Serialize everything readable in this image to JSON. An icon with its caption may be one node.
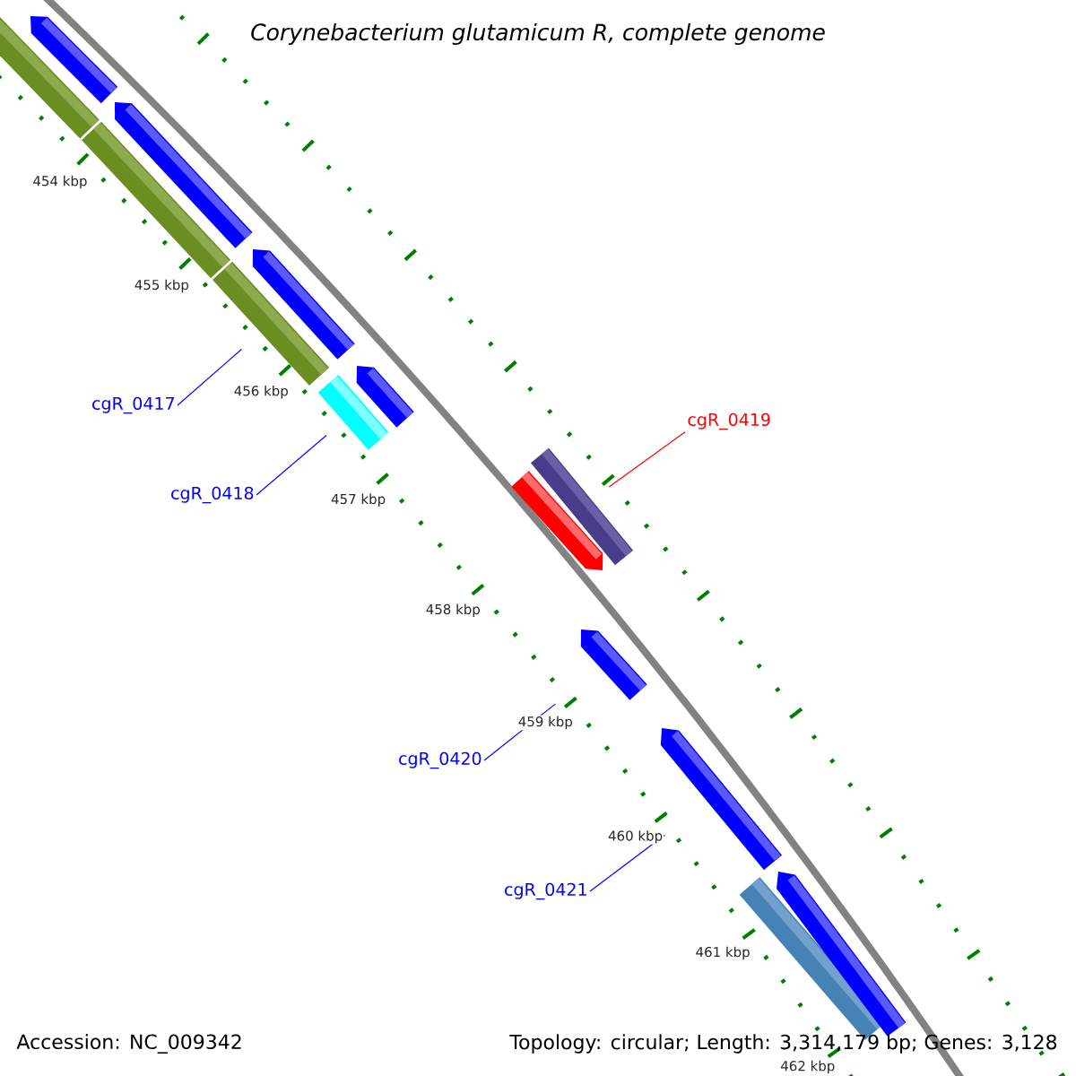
{
  "diagram": {
    "title": "Corynebacterium glutamicum R, complete genome",
    "nodes": [
      {
        "text": [
          "cgR_0417"
        ]
      },
      {
        "text": [
          "cgR_0418"
        ]
      },
      {
        "text": [
          "cgR_0419"
        ]
      },
      {
        "text": [
          "cgR_0420"
        ]
      },
      {
        "text": [
          "cgR_0421"
        ]
      },
      {
        "text": [],
        "shape": "pentagon"
      },
      {
        "text": [],
        "shape": "bar"
      },
      {
        "text": [],
        "shape": "pentagon"
      },
      {
        "text": [],
        "shape": "bar"
      },
      {
        "text": [],
        "shape": "pentagon"
      },
      {
        "text": [],
        "shape": "bar"
      },
      {
        "text": [],
        "shape": "pentagon"
      },
      {
        "text": [],
        "shape": "bar"
      },
      {
        "text": [],
        "shape": "bar"
      },
      {
        "text": [],
        "shape": "pentagon"
      },
      {
        "text": [],
        "shape": "pentagon"
      },
      {
        "text": [],
        "shape": "pentagon"
      },
      {
        "text": [],
        "shape": "bar"
      },
      {
        "text": [],
        "shape": "pentagon"
      }
    ],
    "edges": [
      {
        "from": 0,
        "to": 10,
        "arrow": "none"
      },
      {
        "from": 1,
        "to": 12,
        "arrow": "none"
      },
      {
        "from": 2,
        "to": 13,
        "arrow": "none",
        "color": "#ff0000"
      },
      {
        "from": 3,
        "to": 15,
        "arrow": "none"
      },
      {
        "from": 4,
        "to": 16,
        "arrow": "none"
      }
    ],
    "labels": [
      "454 kbp",
      "455 kbp",
      "456 kbp",
      "457 kbp",
      "458 kbp",
      "459 kbp",
      "460 kbp",
      "461 kbp",
      "462 kbp",
      "Accession: NC_009342",
      "Topology: circular; Length: 3,314,179 bp; Genes: 3,128"
    ]
  }
}
